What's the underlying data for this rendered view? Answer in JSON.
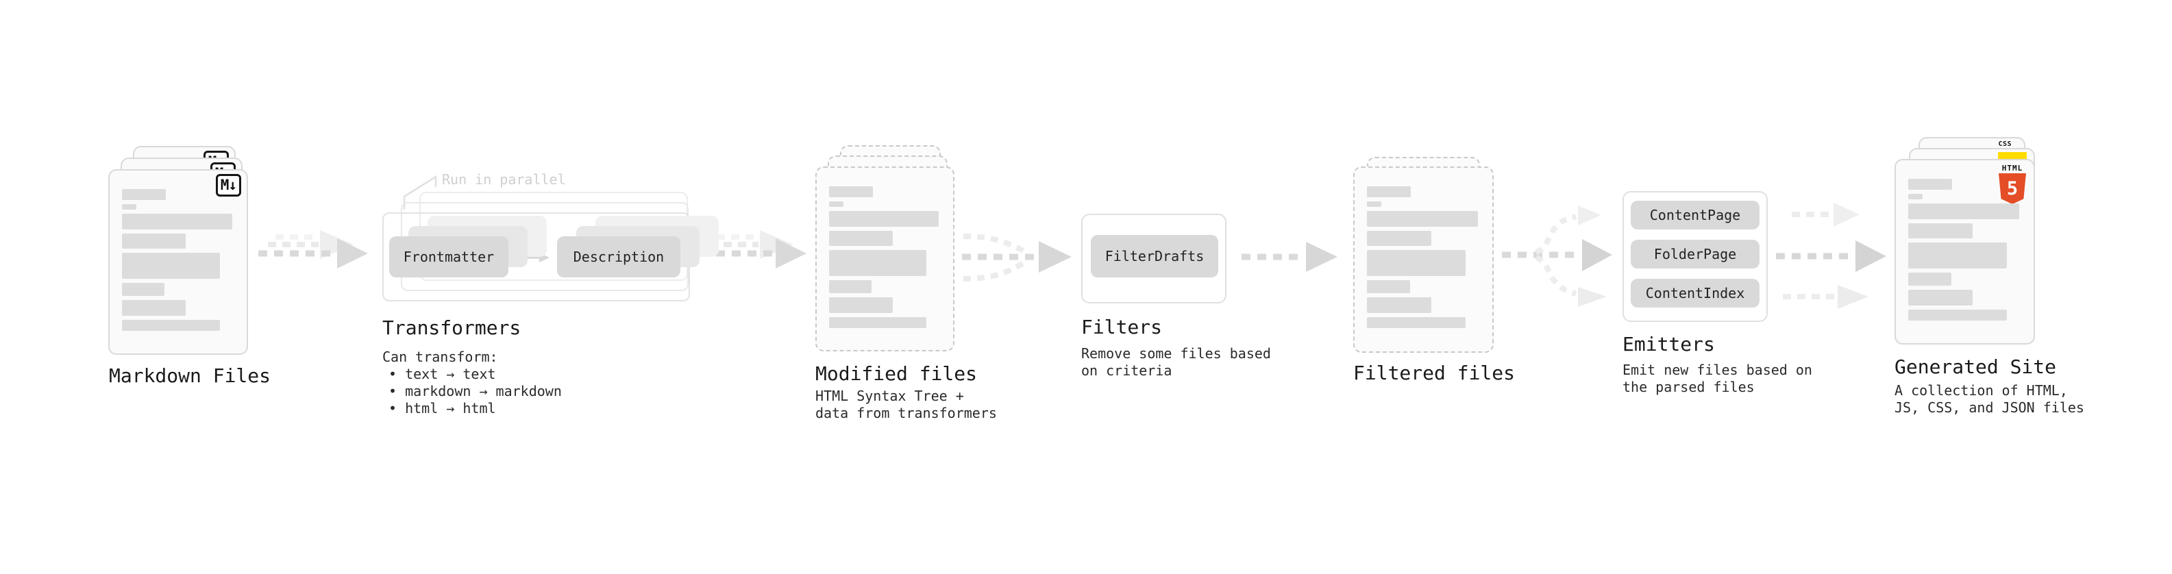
{
  "stages": {
    "markdown_files": {
      "label": "Markdown Files",
      "badge": "M↓"
    },
    "transformers": {
      "label": "Transformers",
      "note": "Run in parallel",
      "chips": [
        "Frontmatter",
        "Description"
      ],
      "description_heading": "Can transform:",
      "bullets": [
        "• text → text",
        "• markdown → markdown",
        "• html → html"
      ]
    },
    "modified_files": {
      "label": "Modified files",
      "description": "HTML Syntax Tree +\ndata from transformers"
    },
    "filters": {
      "label": "Filters",
      "chip": "FilterDrafts",
      "description": "Remove some files based\non criteria"
    },
    "filtered_files": {
      "label": "Filtered files"
    },
    "emitters": {
      "label": "Emitters",
      "chips": [
        "ContentPage",
        "FolderPage",
        "ContentIndex"
      ],
      "description": "Emit new files based on\nthe parsed files"
    },
    "generated_site": {
      "label": "Generated Site",
      "description": "A collection of HTML,\nJS, CSS, and JSON files",
      "badges": {
        "css": "CSS",
        "html_word": "HTML",
        "html_number": "5"
      }
    }
  },
  "colors": {
    "html5_orange": "#e44d26",
    "js_yellow": "#ffdc00",
    "css_blue": "#2965f1",
    "arrow_gray": "#d9d9d9",
    "ghost_gray": "#ececec"
  }
}
